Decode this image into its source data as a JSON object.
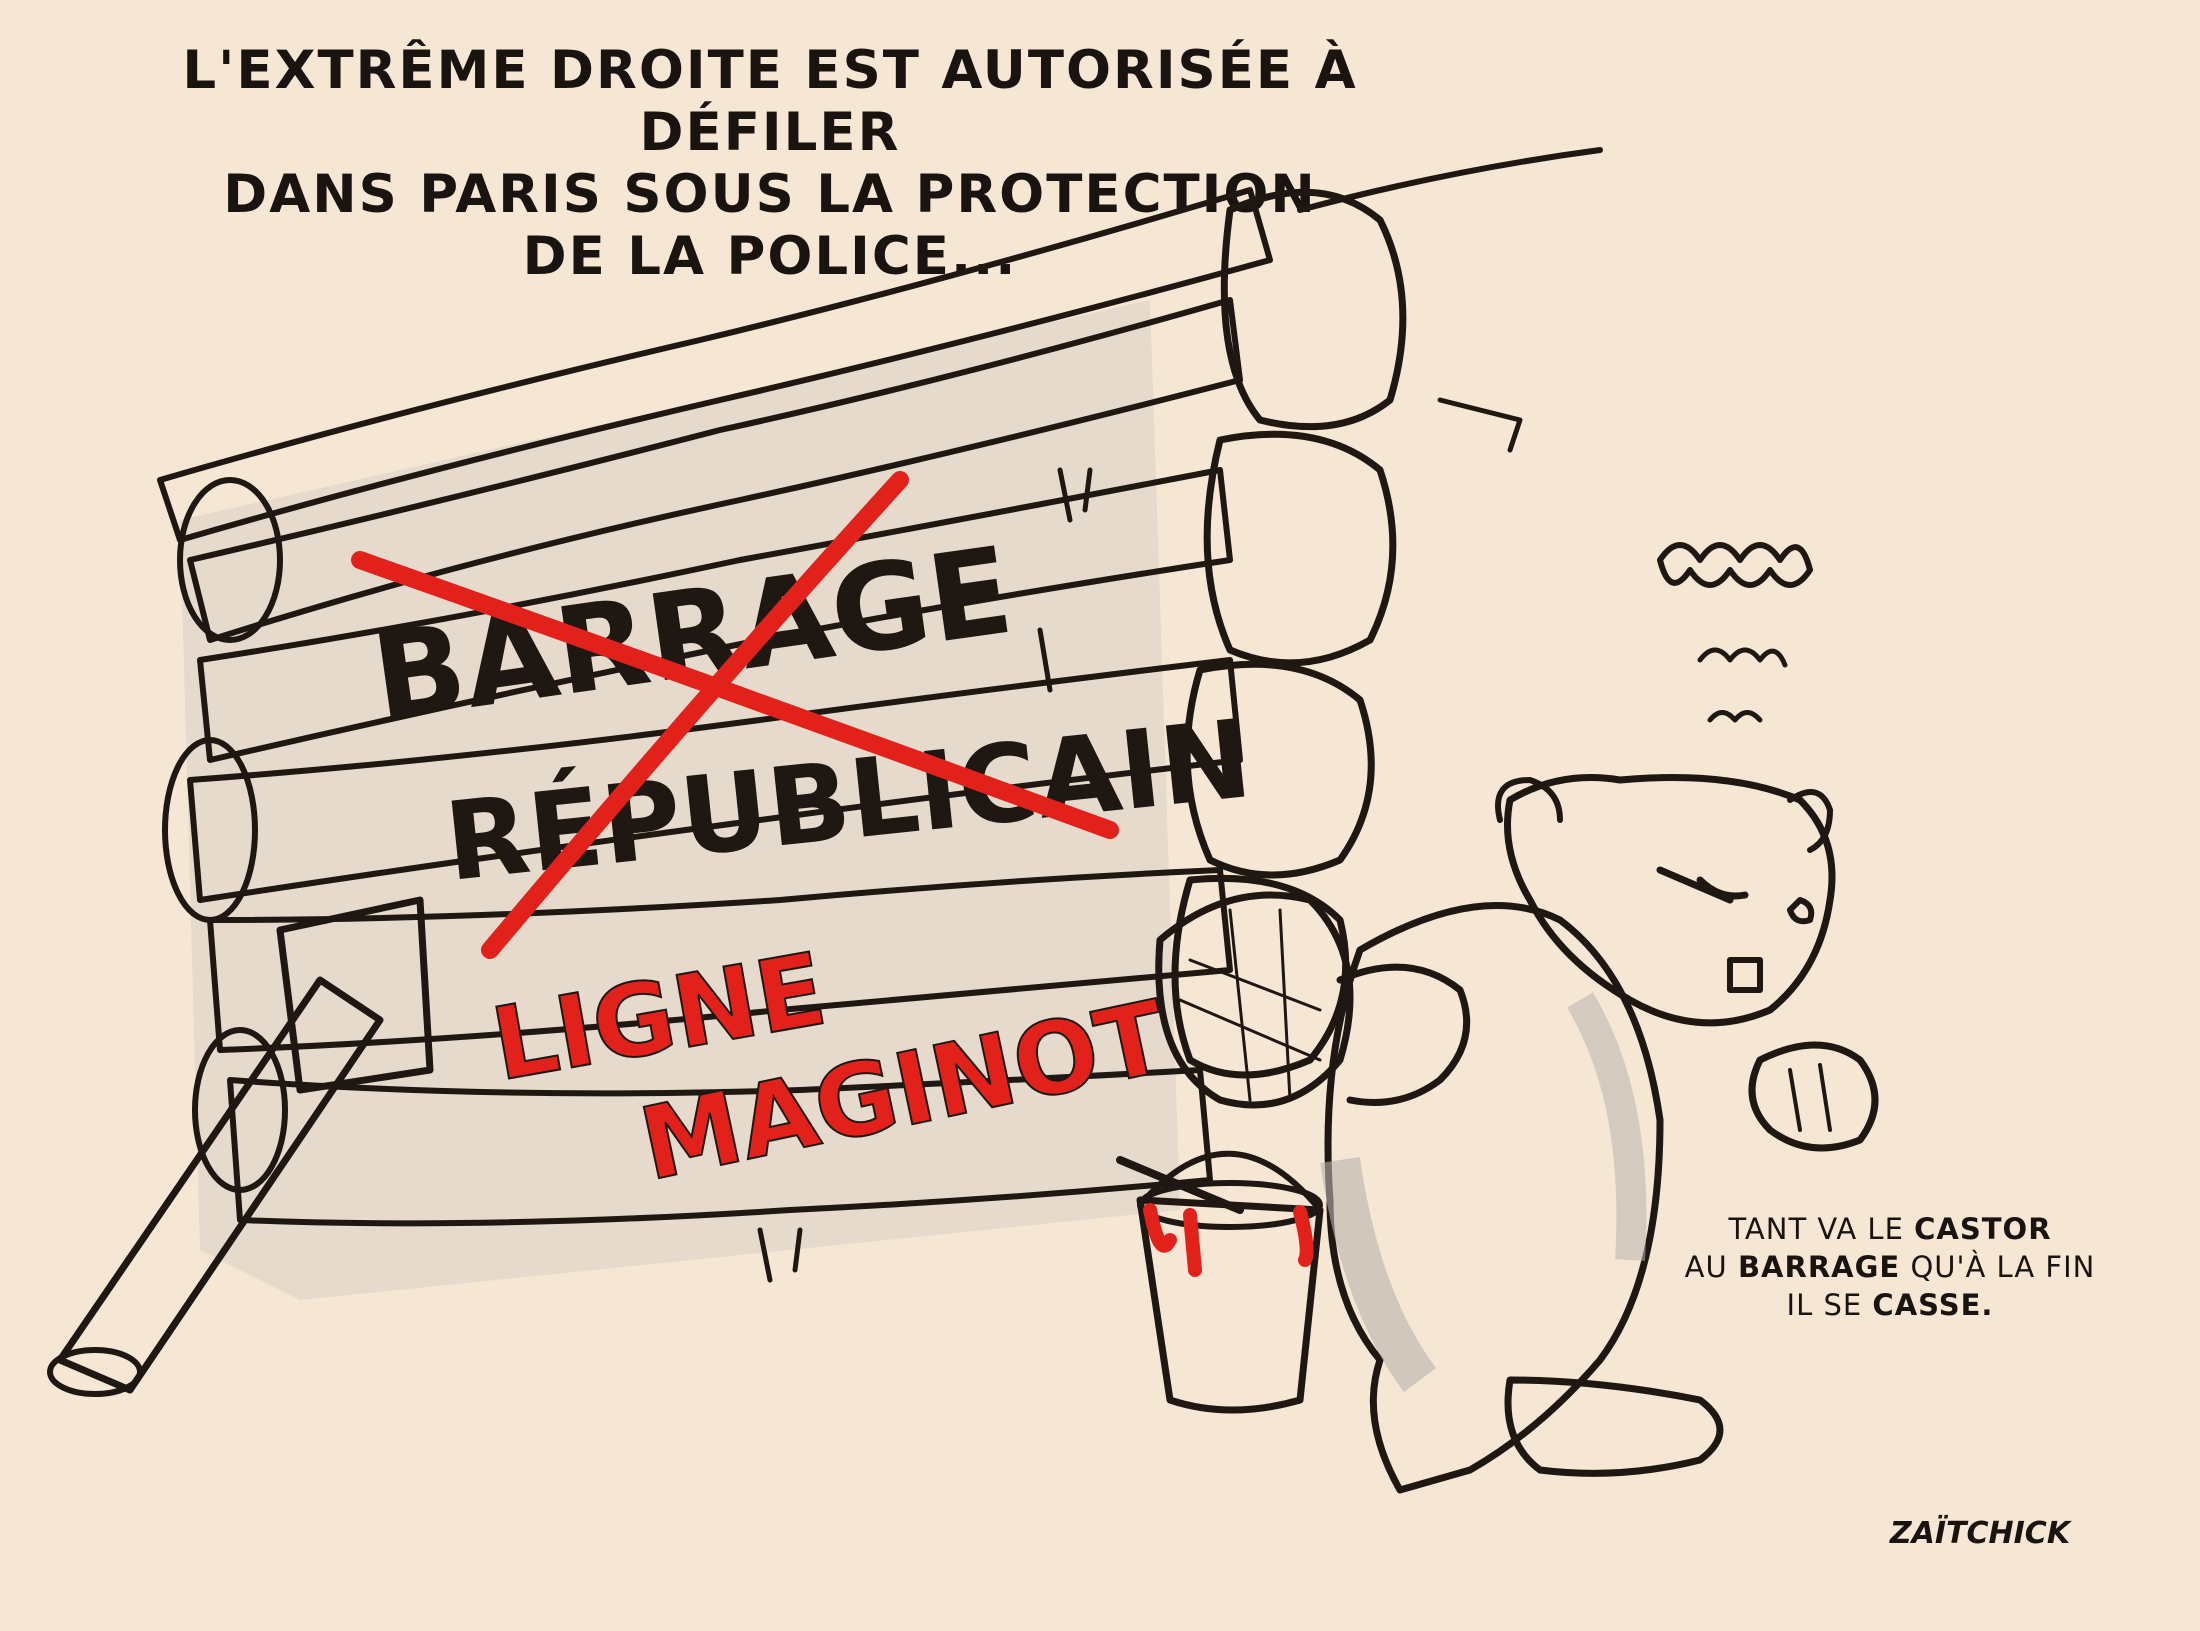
{
  "headline": {
    "line1": "L'EXTRÊME DROITE EST AUTORISÉE À DÉFILER",
    "line2": "DANS PARIS SOUS LA PROTECTION",
    "line3": "DE LA POLICE..."
  },
  "sign": {
    "crossed_line1": "BARRAGE",
    "crossed_line2": "RÉPUBLICAIN",
    "new_line1": "LIGNE",
    "new_line2": "MAGINOT"
  },
  "caption": {
    "l1_a": "TANT VA LE ",
    "l1_b": "CASTOR",
    "l2_a": "AU ",
    "l2_b": "BARRAGE",
    "l2_c": " QU'À LA FIN",
    "l3_a": "IL SE ",
    "l3_b": "CASSE."
  },
  "signature": "ZAÏTCHICK",
  "colors": {
    "paper": "#f6e6d4",
    "ink": "#1f1712",
    "paint_red": "#e3211b",
    "wash_grey": "#b9b2ae"
  },
  "icons": {
    "character": "beaver",
    "prop": "paint-bucket",
    "structure": "log-dam"
  }
}
